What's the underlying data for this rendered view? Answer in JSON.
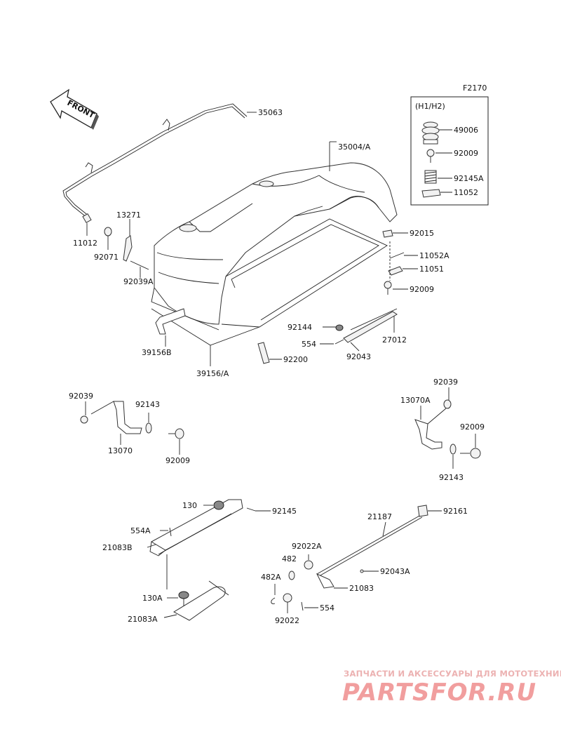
{
  "figure_code": "F2170",
  "variant_label": "(H1/H2)",
  "front_arrow_text": "FRONT",
  "part_numbers": {
    "p35063": "35063",
    "p35004a": "35004/A",
    "p11012": "11012",
    "p13271": "13271",
    "p92071": "92071",
    "p92039a": "92039A",
    "p39156b": "39156B",
    "p39156a": "39156/A",
    "p92200": "92200",
    "p92015": "92015",
    "p11052a": "11052A",
    "p11051": "11051",
    "p92009a": "92009",
    "p92144": "92144",
    "p27012": "27012",
    "p554a": "554",
    "p92043": "92043",
    "p49006": "49006",
    "p92009b": "92009",
    "p92145a": "92145A",
    "p11052": "11052",
    "p92039l": "92039",
    "p92143l": "92143",
    "p13070": "13070",
    "p92009l": "92009",
    "p92039r": "92039",
    "p13070a": "13070A",
    "p92009r": "92009",
    "p92143r": "92143",
    "p130": "130",
    "p92145": "92145",
    "p554a2": "554A",
    "p21083b": "21083B",
    "p130a": "130A",
    "p21083a": "21083A",
    "p21187": "21187",
    "p92161": "92161",
    "p92022a": "92022A",
    "p482": "482",
    "p482a": "482A",
    "p92043a": "92043A",
    "p21083": "21083",
    "p554b": "554",
    "p92022": "92022"
  },
  "watermark": {
    "caption": "ЗАПЧАСТИ И АКСЕССУАРЫ ДЛЯ МОТОТЕХНИКИ",
    "brand": "PARTSFOR.RU"
  },
  "colors": {
    "line": "#222222",
    "watermark": "#ef8e8e"
  }
}
